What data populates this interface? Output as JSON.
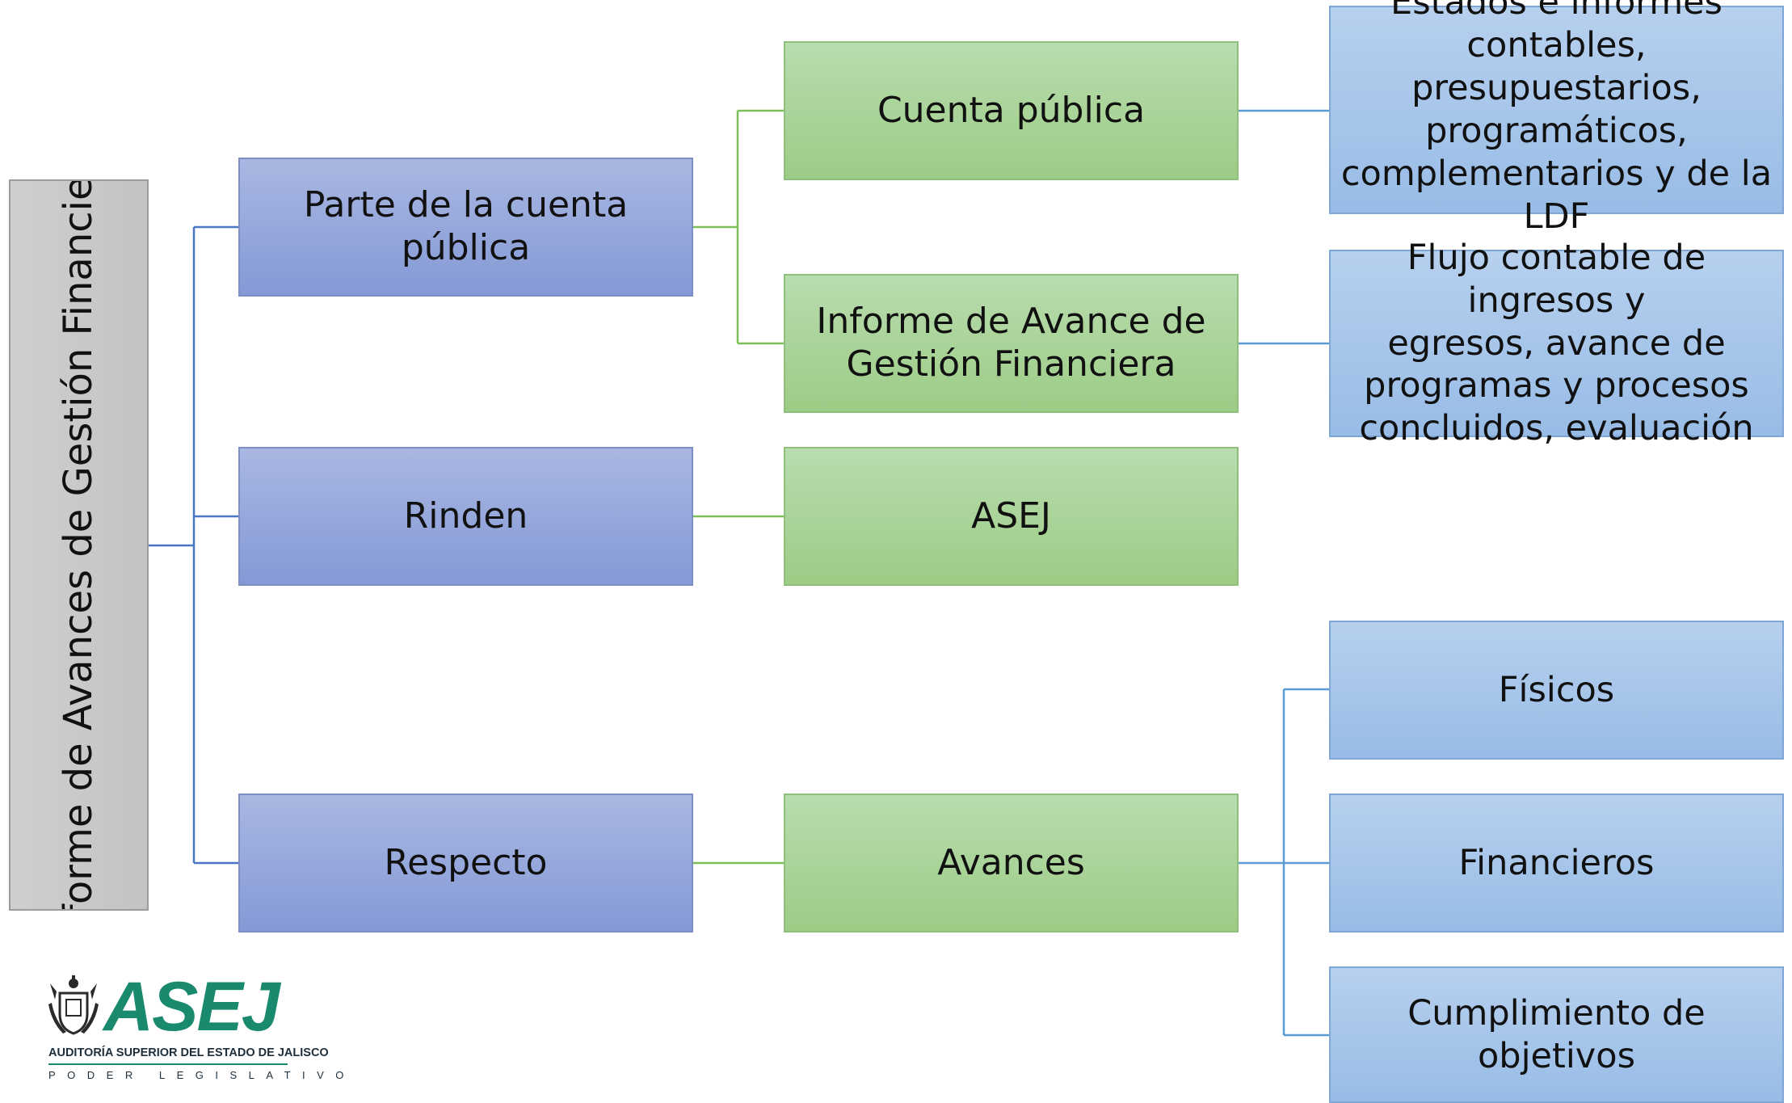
{
  "root": {
    "label": "Informe de Avances de Gestión Financiera"
  },
  "level1": {
    "parte": "Parte de la cuenta pública",
    "rinden": "Rinden",
    "respecto": "Respecto"
  },
  "level2": {
    "cuenta_publica": "Cuenta pública",
    "informe_avance": [
      "Informe de Avance de",
      "Gestión Financiera"
    ],
    "asej": "ASEJ",
    "avances": "Avances"
  },
  "level3": {
    "estados": [
      "Estados e informes",
      "contables, presupuestarios,",
      "programáticos,",
      "complementarios y de la",
      "LDF"
    ],
    "flujo": [
      "Flujo contable de ingresos y",
      "egresos, avance de",
      "programas y procesos",
      "concluidos, evaluación"
    ],
    "fisicos": "Físicos",
    "financieros": "Financieros",
    "cumplimiento": "Cumplimiento de objetivos"
  },
  "logo": {
    "name": "ASEJ",
    "subtitle": "AUDITORÍA SUPERIOR DEL ESTADO DE JALISCO",
    "tagline": "PODER LEGISLATIVO",
    "seal_icon": "coat-of-arms-icon"
  },
  "colors": {
    "root": "#c8c8c8",
    "level1": "#8fa2da",
    "level2": "#a8d496",
    "level3": "#a6c6ea",
    "connector_blue": "#4a76c4",
    "connector_green": "#7bbf5a",
    "connector_lightblue": "#5b9bd5",
    "logo_green": "#1a8a6e"
  }
}
